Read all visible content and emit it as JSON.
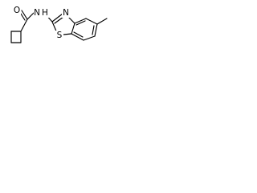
{
  "molecule": {
    "atoms": {
      "oxygen": "O",
      "amide_nitrogen": "N",
      "ring_nitrogen": "N",
      "amide_hydrogen": "H",
      "sulfur": "S"
    }
  },
  "colors": {
    "bond": "#000000",
    "label": "#000000",
    "background": "#ffffff"
  }
}
